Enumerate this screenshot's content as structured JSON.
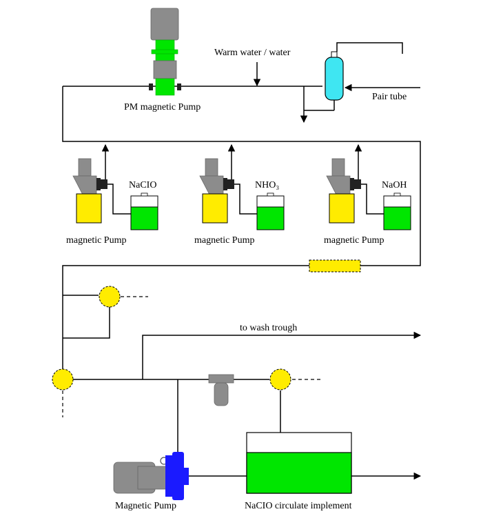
{
  "labels": {
    "pm_pump": "PM magnetic Pump",
    "warm_water": "Warm water / water",
    "pair_tube": "Pair tube",
    "chem_1": "NaCIO",
    "chem_2": "NHO₃",
    "chem_3": "NaOH",
    "pump_1": "magnetic Pump",
    "pump_2": "magnetic Pump",
    "pump_3": "magnetic Pump",
    "wash_trough": "to wash trough",
    "main_pump": "Magnetic Pump",
    "circulate": "NaCIO circulate implement"
  },
  "colors": {
    "green": "#00e600",
    "yellow": "#ffec00",
    "cyan": "#3fe6f2",
    "blue": "#1a1aff",
    "gray": "#8c8c8c"
  }
}
